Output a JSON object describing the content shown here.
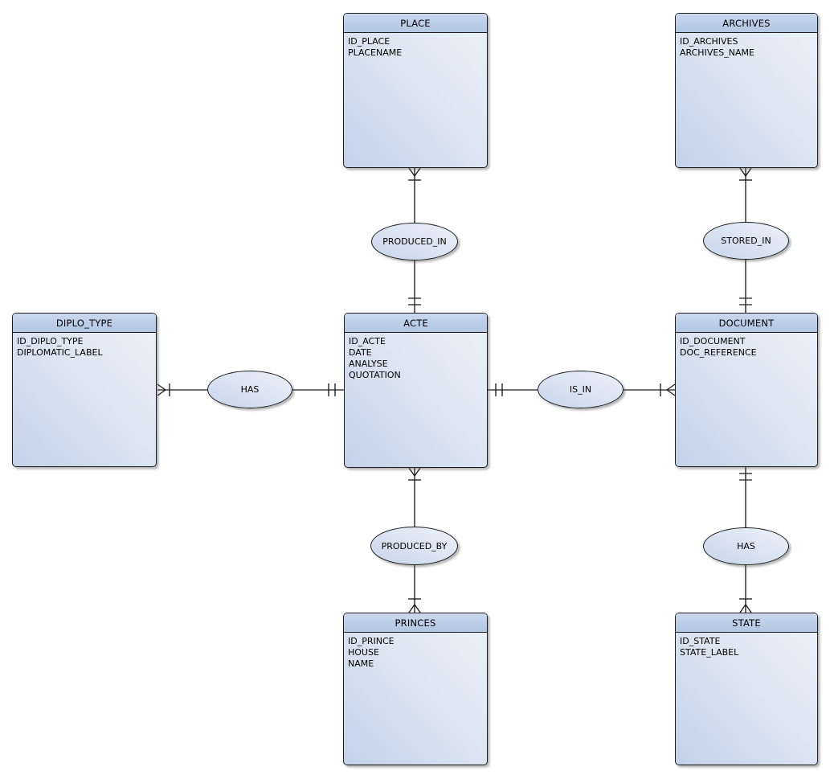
{
  "diagram_type": "entity-relationship",
  "entities": [
    {
      "id": "place",
      "name": "PLACE",
      "attributes": [
        "ID_PLACE",
        "PLACENAME"
      ]
    },
    {
      "id": "archives",
      "name": "ARCHIVES",
      "attributes": [
        "ID_ARCHIVES",
        "ARCHIVES_NAME"
      ]
    },
    {
      "id": "diplo_type",
      "name": "DIPLO_TYPE",
      "attributes": [
        "ID_DIPLO_TYPE",
        "DIPLOMATIC_LABEL"
      ]
    },
    {
      "id": "acte",
      "name": "ACTE",
      "attributes": [
        "ID_ACTE",
        "DATE",
        "ANALYSE",
        "QUOTATION"
      ]
    },
    {
      "id": "document",
      "name": "DOCUMENT",
      "attributes": [
        "ID_DOCUMENT",
        "DOC_REFERENCE"
      ]
    },
    {
      "id": "princes",
      "name": "PRINCES",
      "attributes": [
        "ID_PRINCE",
        "HOUSE",
        "NAME"
      ]
    },
    {
      "id": "state",
      "name": "STATE",
      "attributes": [
        "ID_STATE",
        "STATE_LABEL"
      ]
    }
  ],
  "relationships": [
    {
      "name": "PRODUCED_IN",
      "from": "PLACE",
      "to": "ACTE",
      "from_cardinality": "one-or-many",
      "to_cardinality": "exactly-one"
    },
    {
      "name": "STORED_IN",
      "from": "ARCHIVES",
      "to": "DOCUMENT",
      "from_cardinality": "one-or-many",
      "to_cardinality": "exactly-one"
    },
    {
      "name": "HAS",
      "from": "DIPLO_TYPE",
      "to": "ACTE",
      "from_cardinality": "one-or-many",
      "to_cardinality": "exactly-one"
    },
    {
      "name": "IS_IN",
      "from": "ACTE",
      "to": "DOCUMENT",
      "from_cardinality": "exactly-one",
      "to_cardinality": "one-or-many"
    },
    {
      "name": "PRODUCED_BY",
      "from": "ACTE",
      "to": "PRINCES",
      "from_cardinality": "one-or-many",
      "to_cardinality": "one-or-many"
    },
    {
      "name": "HAS",
      "from": "DOCUMENT",
      "to": "STATE",
      "from_cardinality": "exactly-one",
      "to_cardinality": "one-or-many"
    }
  ],
  "colors": {
    "background": "#ffffff",
    "entity_border": "#1c1c1c",
    "header_fill": "#bccee8",
    "body_fill_dark": "#c3d2e9",
    "body_fill_light": "#ecf1f9",
    "connector_line": "#1c1c1c",
    "shadow": "#8a8a8a"
  }
}
